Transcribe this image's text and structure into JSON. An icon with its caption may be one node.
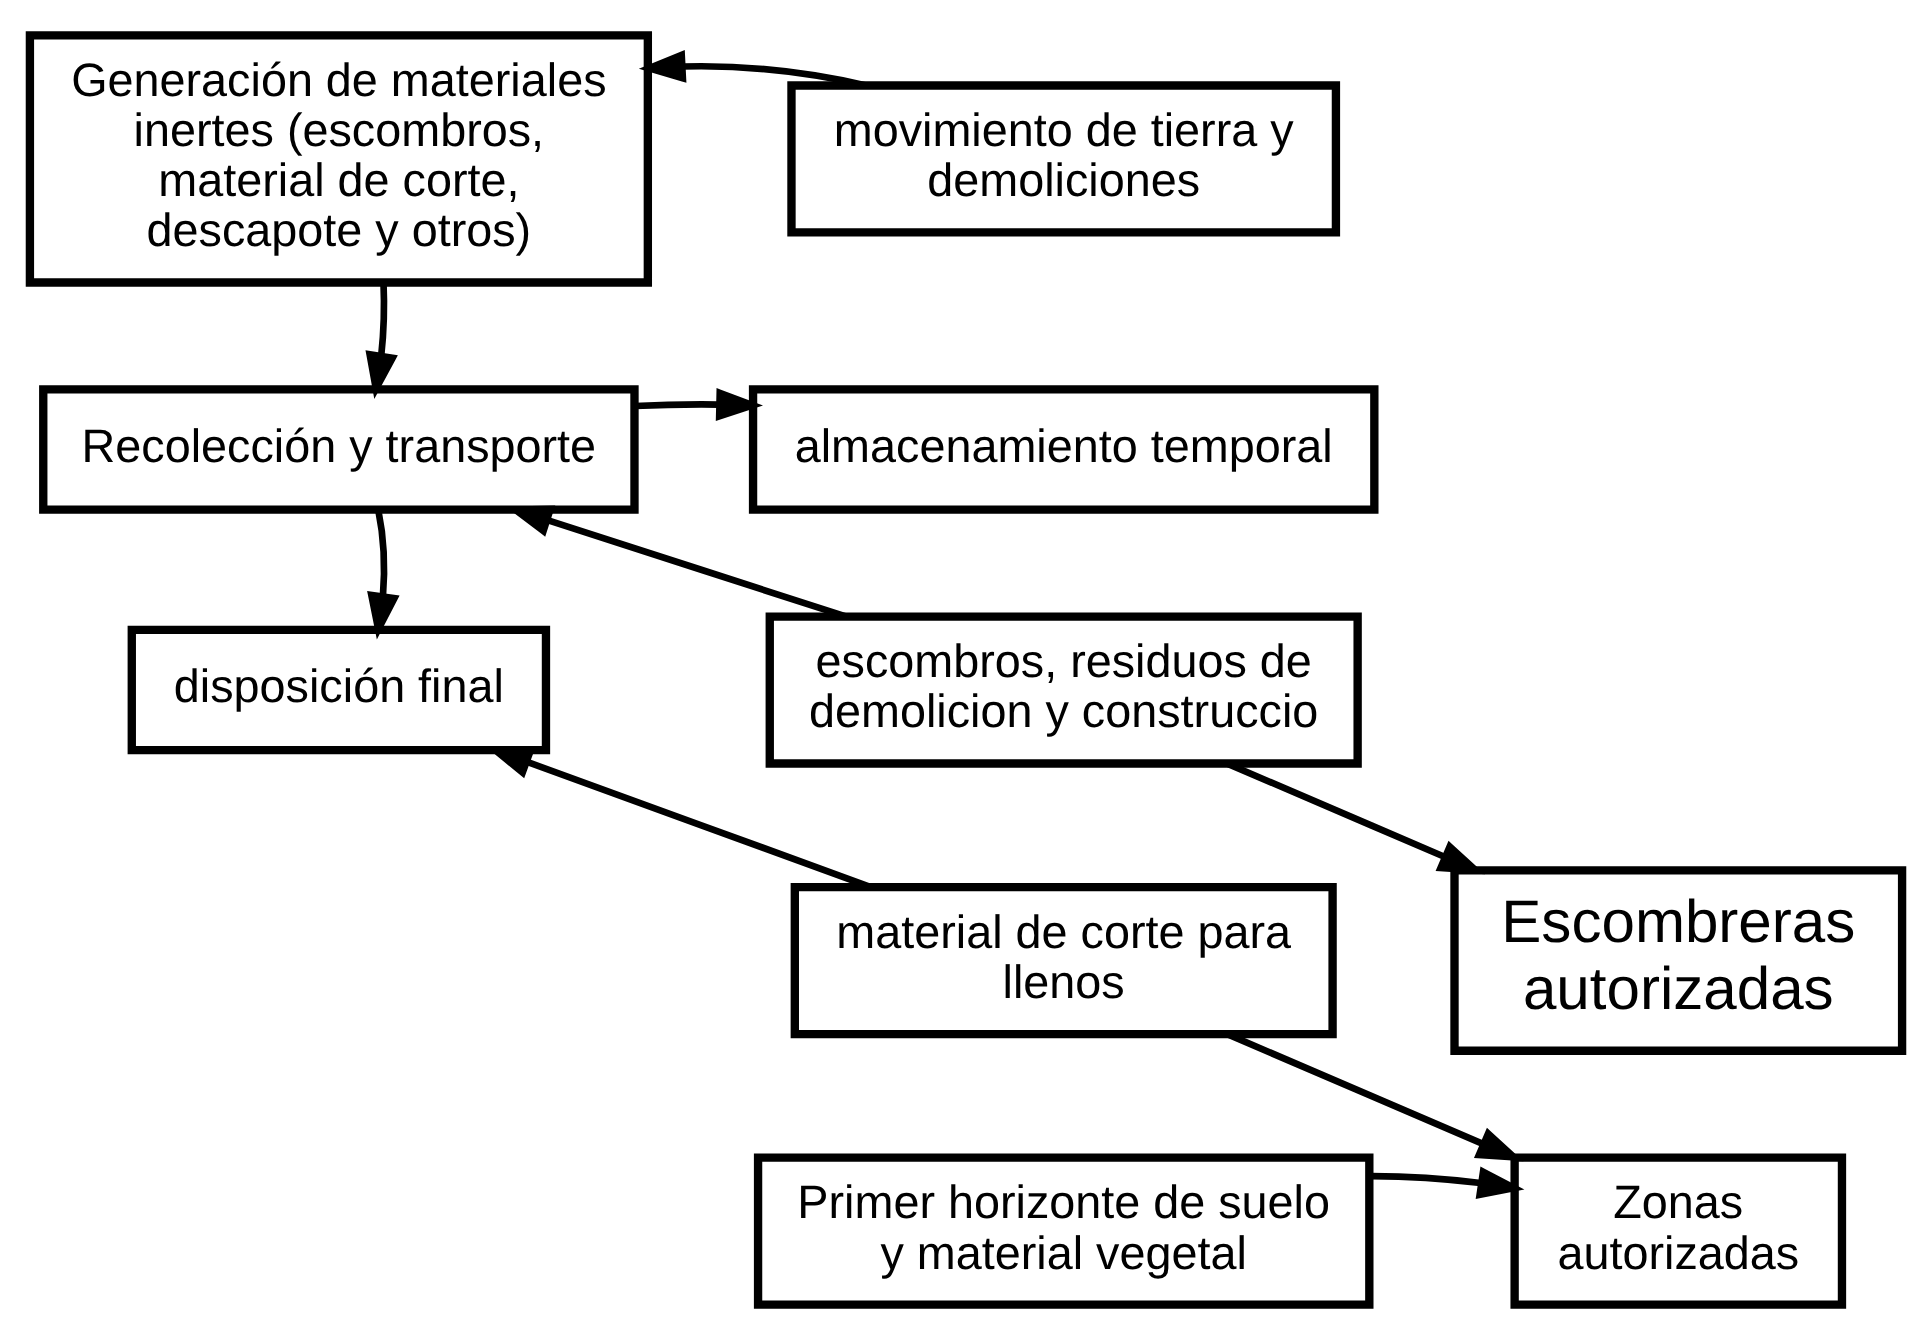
{
  "diagram": {
    "nodes": [
      {
        "text": [
          "Generación de materiales inertes (escombros, material de corte, descapote y otros)"
        ]
      },
      {
        "text": [
          "movimiento de tierra y demoliciones"
        ]
      },
      {
        "text": [
          "Recolección y transporte"
        ]
      },
      {
        "text": [
          "almacenamiento temporal"
        ]
      },
      {
        "text": [
          "disposición final"
        ]
      },
      {
        "text": [
          "escombros, residuos de demolicion y construccio"
        ]
      },
      {
        "text": [
          "material de corte para llenos"
        ]
      },
      {
        "text": [
          "Escombreras autorizadas"
        ]
      },
      {
        "text": [
          "Primer horizonte de suelo y material vegetal"
        ]
      },
      {
        "text": [
          "Zonas autorizadas"
        ]
      }
    ],
    "edges": [
      {
        "from": 1,
        "to": 0,
        "arrow": "to"
      },
      {
        "from": 0,
        "to": 2,
        "arrow": "to"
      },
      {
        "from": 2,
        "to": 3,
        "arrow": "to"
      },
      {
        "from": 2,
        "to": 4,
        "arrow": "to"
      },
      {
        "from": 5,
        "to": 2,
        "arrow": "to"
      },
      {
        "from": 6,
        "to": 4,
        "arrow": "to"
      },
      {
        "from": 5,
        "to": 7,
        "arrow": "to"
      },
      {
        "from": 6,
        "to": 9,
        "arrow": "to"
      },
      {
        "from": 8,
        "to": 9,
        "arrow": "to"
      }
    ]
  }
}
